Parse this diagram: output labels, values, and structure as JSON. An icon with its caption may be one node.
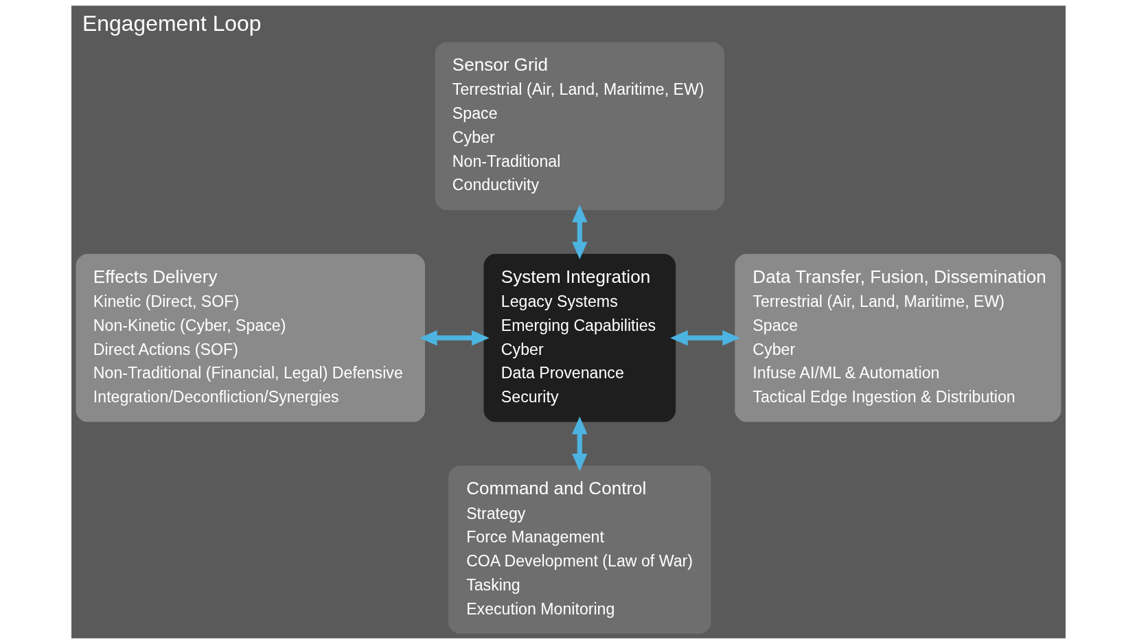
{
  "diagram": {
    "title": "Engagement Loop",
    "nodes": [
      {
        "text": [
          "Sensor Grid",
          "Terrestrial (Air, Land, Maritime, EW)",
          "Space",
          "Cyber",
          "Non-Traditional",
          "Conductivity"
        ]
      },
      {
        "text": [
          "Effects Delivery",
          "Kinetic (Direct, SOF)",
          "Non-Kinetic (Cyber, Space)",
          "Direct Actions (SOF)",
          "Non-Traditional (Financial, Legal) Defensive",
          "Integration/Deconfliction/Synergies"
        ]
      },
      {
        "text": [
          "System Integration",
          "Legacy Systems",
          "Emerging Capabilities",
          "Cyber",
          "Data Provenance",
          "Security"
        ]
      },
      {
        "text": [
          "Data Transfer, Fusion, Dissemination",
          "Terrestrial (Air, Land, Maritime, EW)",
          "Space",
          "Cyber",
          "Infuse AI/ML & Automation",
          "Tactical Edge Ingestion & Distribution"
        ]
      },
      {
        "text": [
          "Command and Control",
          "Strategy",
          "Force Management",
          "COA Development (Law of War)",
          "Tasking",
          "Execution Monitoring"
        ]
      }
    ],
    "edges": [
      {
        "from": 0,
        "to": 2,
        "arrow": "both"
      },
      {
        "from": 1,
        "to": 2,
        "arrow": "both"
      },
      {
        "from": 2,
        "to": 3,
        "arrow": "both"
      },
      {
        "from": 2,
        "to": 4,
        "arrow": "both"
      }
    ]
  }
}
